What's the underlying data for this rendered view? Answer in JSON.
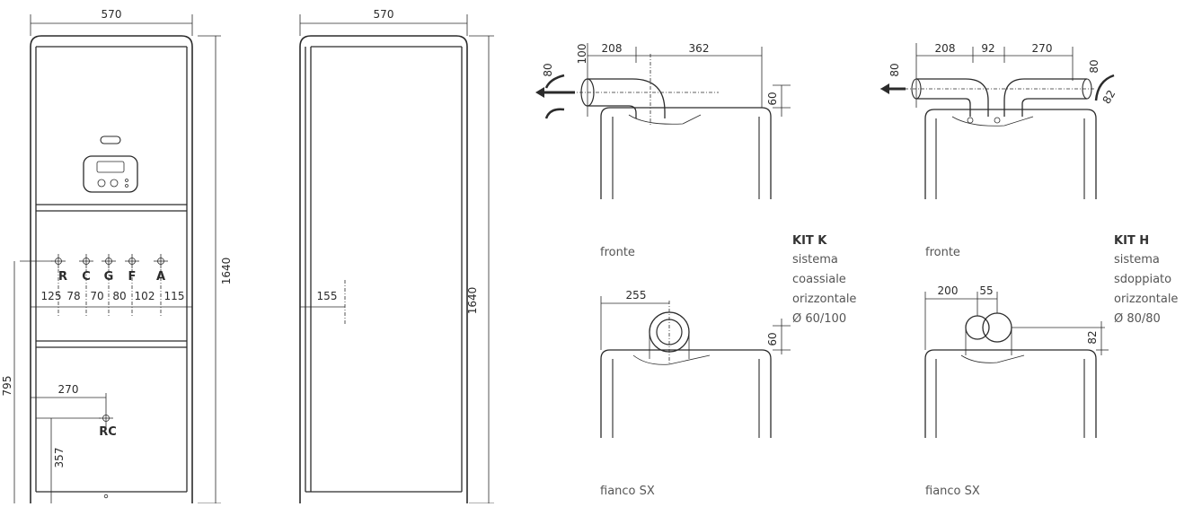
{
  "front_view": {
    "width": "570",
    "height": "1640",
    "offsets": [
      "125",
      "78",
      "70",
      "80",
      "102",
      "115"
    ],
    "connections": [
      "R",
      "C",
      "G",
      "F",
      "A"
    ],
    "rc_height": "795",
    "rc_offset": "270",
    "rc_label": "RC",
    "bottom": "357"
  },
  "side_view": {
    "width": "570",
    "height": "1640",
    "offset": "155"
  },
  "kit_k": {
    "front_dims": [
      "100",
      "208",
      "362",
      "60",
      "80"
    ],
    "side_dims": [
      "255",
      "60"
    ],
    "front_caption": "fronte",
    "side_caption": "fianco SX",
    "title": "KIT K",
    "desc": [
      "sistema",
      "coassiale",
      "orizzontale",
      "Ø 60/100"
    ]
  },
  "kit_h": {
    "front_dims": [
      "80",
      "208",
      "92",
      "270",
      "80",
      "82"
    ],
    "side_dims": [
      "200",
      "55",
      "82"
    ],
    "front_caption": "fronte",
    "side_caption": "fianco SX",
    "title": "KIT H",
    "desc": [
      "sistema",
      "sdoppiato",
      "orizzontale",
      "Ø 80/80"
    ]
  },
  "colors": {
    "line": "#2b2b2b",
    "caption": "#555555"
  }
}
